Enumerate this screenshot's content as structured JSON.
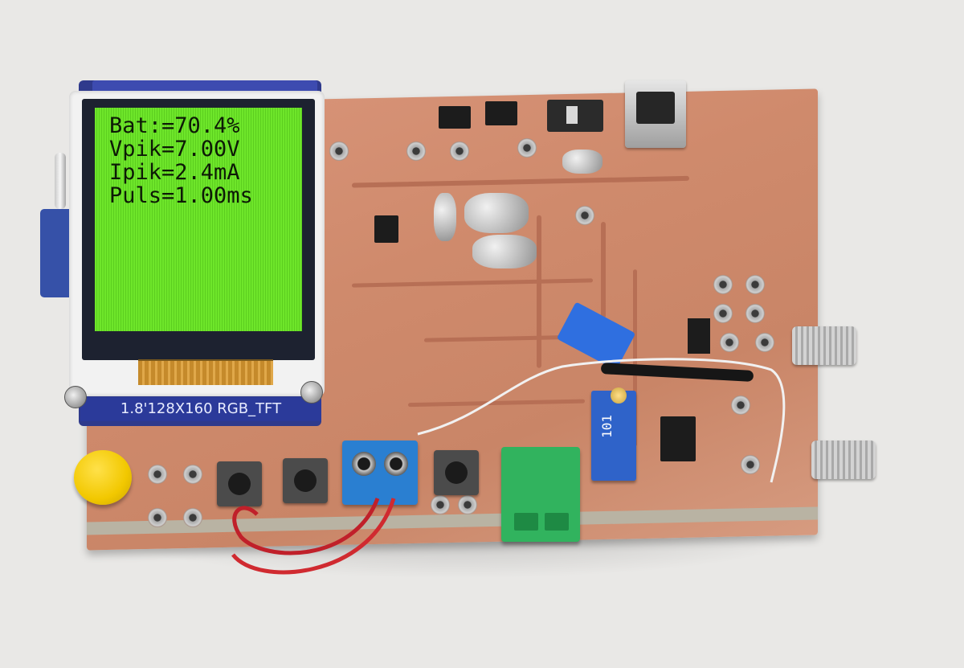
{
  "display": {
    "lines": [
      "Bat:=70.4%",
      "Vpik=7.00V",
      "Ipik=2.4mA",
      "Puls=1.00ms"
    ],
    "module_label": "1.8'128X160 RGB_TFT",
    "screen_color": "#6ee62a"
  },
  "trimmer": {
    "marking": "101"
  },
  "colors": {
    "pcb": "#d19073",
    "button": "#f2c800",
    "terminal_blue": "#2a7fd1",
    "terminal_green": "#31b35e"
  }
}
